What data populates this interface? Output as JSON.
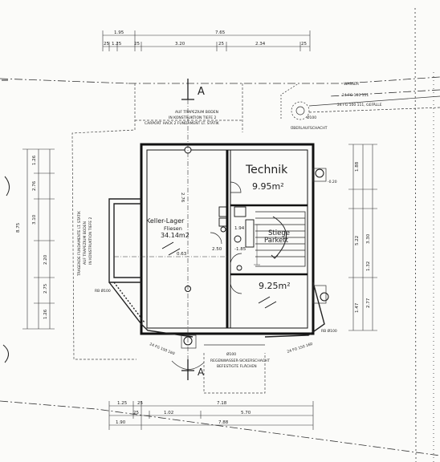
{
  "section_marker": "A",
  "top_notes": [
    "AUF TRAPEZIUM BODEN",
    "IN KONSTRUKTION TIEFE 2",
    "CARPORT HACK 2 FUNDAMENT LT. STATIK"
  ],
  "top_dims_row1": [
    "1.95",
    "7.65"
  ],
  "top_dims_row2": [
    "25",
    "1.25",
    "25",
    "3.20",
    "25",
    "2.34",
    "25"
  ],
  "bottom_dims_row1": [
    "1.25",
    "25",
    "7.18"
  ],
  "bottom_dims_row2": [
    "25",
    "1.02",
    "5.70"
  ],
  "bottom_dims_row3": [
    "1.90",
    "7.88"
  ],
  "left_dims_outer": [
    "8.75"
  ],
  "left_dims": [
    "1.26",
    "2.76",
    "3.10",
    "2.20",
    "2.75",
    "1.26"
  ],
  "right_dims_a": [
    "1.88",
    "5.22",
    "1.47"
  ],
  "right_dims_b": [
    "3.30",
    "1.32",
    "2.77"
  ],
  "left_vertical_note": [
    "TRAGENDE FUNDAMENTE LT. STATIK",
    "AUF TRAPEZIUM BODEN",
    "IN KONSTRUKTION TIEFE 2"
  ],
  "rooms": {
    "keller_name": "Keller-Lager",
    "keller_floor": "Fliesen",
    "keller_area": "34.14m2",
    "technik_name": "Technik",
    "technik_area": "9.95m²",
    "flur_area": "9.25m²",
    "stair_label": "Stiege",
    "stair_floor": "Parkett"
  },
  "misc": {
    "schacht_top": "Ø100",
    "schacht_top_label": "ÜBERLAUFSCHACHT",
    "schacht_bottom": "Ø100",
    "schacht_bottom_label": "REGENWASSER-SICKERSCHACHT",
    "schacht_bottom_sub": "BEFESTIGTE FLÄCHEN",
    "kote_right": "-0.20",
    "kote_left": "RB Ø100",
    "kote_inner_1": "1.94",
    "kote_inner_2": "2.50",
    "kote_inner_3": "0.63",
    "kote_inner_4": "-1.85",
    "note_right_1": "WASSER",
    "note_right_2": "24 FG 100 111",
    "note_right_3": "24 FG 100 111, GEFÄLLE",
    "note_bottom_1": "24 FG 150 160",
    "note_bottom_2": "24 FG 150 160",
    "rb_right": "RB Ø100",
    "keller_dim": "2.76"
  }
}
